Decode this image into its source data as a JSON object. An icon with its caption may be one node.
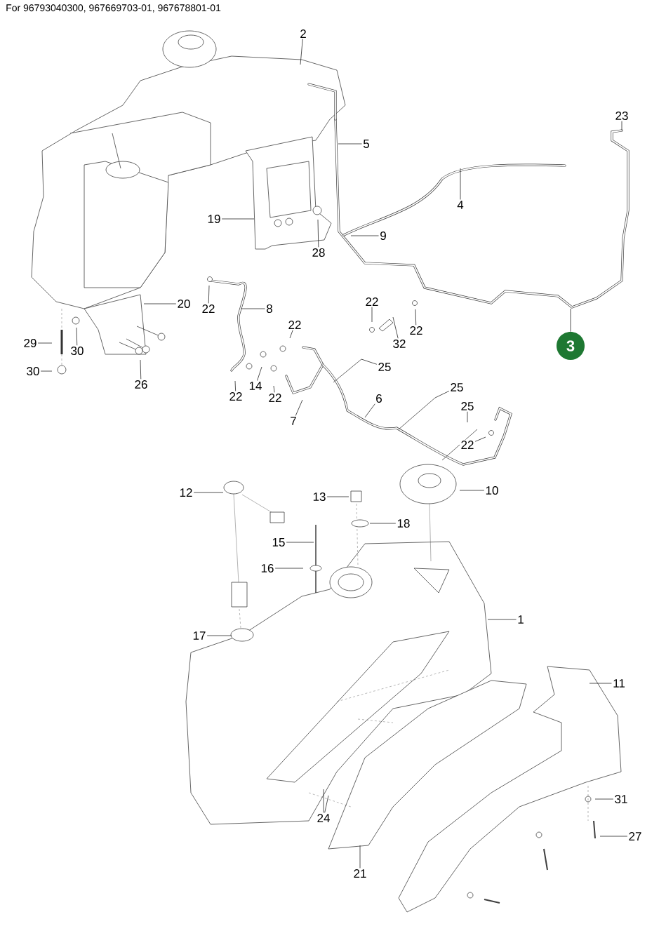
{
  "diagram": {
    "title": "For 96793040300, 967669703-01, 967678801-01",
    "nodes": [
      {
        "text": [
          "2"
        ]
      },
      {
        "text": [
          "23"
        ]
      },
      {
        "text": [
          "5"
        ]
      },
      {
        "text": [
          "4"
        ]
      },
      {
        "text": [
          "19"
        ]
      },
      {
        "text": [
          "9"
        ]
      },
      {
        "text": [
          "28"
        ]
      },
      {
        "text": [
          "22"
        ]
      },
      {
        "text": [
          "20"
        ]
      },
      {
        "text": [
          "22"
        ]
      },
      {
        "text": [
          "8"
        ]
      },
      {
        "text": [
          "22"
        ]
      },
      {
        "text": [
          "22"
        ]
      },
      {
        "text": [
          "3"
        ]
      },
      {
        "text": [
          "29"
        ]
      },
      {
        "text": [
          "32"
        ]
      },
      {
        "text": [
          "30"
        ]
      },
      {
        "text": [
          "25"
        ]
      },
      {
        "text": [
          "30"
        ]
      },
      {
        "text": [
          "26"
        ]
      },
      {
        "text": [
          "14"
        ]
      },
      {
        "text": [
          "25"
        ]
      },
      {
        "text": [
          "22"
        ]
      },
      {
        "text": [
          "22"
        ]
      },
      {
        "text": [
          "6"
        ]
      },
      {
        "text": [
          "25"
        ]
      },
      {
        "text": [
          "7"
        ]
      },
      {
        "text": [
          "22"
        ]
      },
      {
        "text": [
          "10"
        ]
      },
      {
        "text": [
          "12"
        ]
      },
      {
        "text": [
          "13"
        ]
      },
      {
        "text": [
          "18"
        ]
      },
      {
        "text": [
          "15"
        ]
      },
      {
        "text": [
          "16"
        ]
      },
      {
        "text": [
          "1"
        ]
      },
      {
        "text": [
          "17"
        ]
      },
      {
        "text": [
          "11"
        ]
      },
      {
        "text": [
          "31"
        ]
      },
      {
        "text": [
          "27"
        ]
      },
      {
        "text": [
          "24"
        ]
      },
      {
        "text": [
          "21"
        ]
      }
    ],
    "edges": [
      {
        "from": 0,
        "to": null,
        "arrow": "none"
      },
      {
        "from": 1,
        "to": null,
        "arrow": "none"
      },
      {
        "from": 2,
        "to": null,
        "arrow": "none"
      },
      {
        "from": 3,
        "to": null,
        "arrow": "none"
      },
      {
        "from": 4,
        "to": null,
        "arrow": "none"
      },
      {
        "from": 5,
        "to": null,
        "arrow": "none"
      },
      {
        "from": 6,
        "to": null,
        "arrow": "none"
      },
      {
        "from": 7,
        "to": null,
        "arrow": "none"
      },
      {
        "from": 8,
        "to": null,
        "arrow": "none"
      },
      {
        "from": 9,
        "to": null,
        "arrow": "none"
      },
      {
        "from": 10,
        "to": null,
        "arrow": "none"
      },
      {
        "from": 11,
        "to": null,
        "arrow": "none"
      },
      {
        "from": 12,
        "to": null,
        "arrow": "none"
      },
      {
        "from": 13,
        "to": null,
        "arrow": "none"
      },
      {
        "from": 14,
        "to": null,
        "arrow": "none"
      },
      {
        "from": 15,
        "to": null,
        "arrow": "none"
      },
      {
        "from": 16,
        "to": null,
        "arrow": "none"
      },
      {
        "from": 17,
        "to": null,
        "arrow": "none"
      },
      {
        "from": 18,
        "to": null,
        "arrow": "none"
      },
      {
        "from": 19,
        "to": null,
        "arrow": "none"
      },
      {
        "from": 20,
        "to": null,
        "arrow": "none"
      },
      {
        "from": 21,
        "to": null,
        "arrow": "none"
      },
      {
        "from": 22,
        "to": null,
        "arrow": "none"
      },
      {
        "from": 23,
        "to": null,
        "arrow": "none"
      },
      {
        "from": 24,
        "to": null,
        "arrow": "none"
      },
      {
        "from": 25,
        "to": null,
        "arrow": "none"
      },
      {
        "from": 26,
        "to": null,
        "arrow": "none"
      },
      {
        "from": 27,
        "to": null,
        "arrow": "none"
      },
      {
        "from": 28,
        "to": null,
        "arrow": "none"
      },
      {
        "from": 29,
        "to": null,
        "arrow": "none"
      },
      {
        "from": 30,
        "to": null,
        "arrow": "none"
      },
      {
        "from": 31,
        "to": null,
        "arrow": "none"
      },
      {
        "from": 32,
        "to": null,
        "arrow": "none"
      },
      {
        "from": 33,
        "to": null,
        "arrow": "none"
      },
      {
        "from": 34,
        "to": null,
        "arrow": "none"
      },
      {
        "from": 35,
        "to": null,
        "arrow": "none"
      },
      {
        "from": 36,
        "to": null,
        "arrow": "none"
      },
      {
        "from": 37,
        "to": null,
        "arrow": "none"
      },
      {
        "from": 38,
        "to": null,
        "arrow": "none"
      },
      {
        "from": 39,
        "to": null,
        "arrow": "none"
      },
      {
        "from": 39,
        "to": null,
        "arrow": "none"
      },
      {
        "from": 40,
        "to": null,
        "arrow": "none"
      }
    ]
  }
}
